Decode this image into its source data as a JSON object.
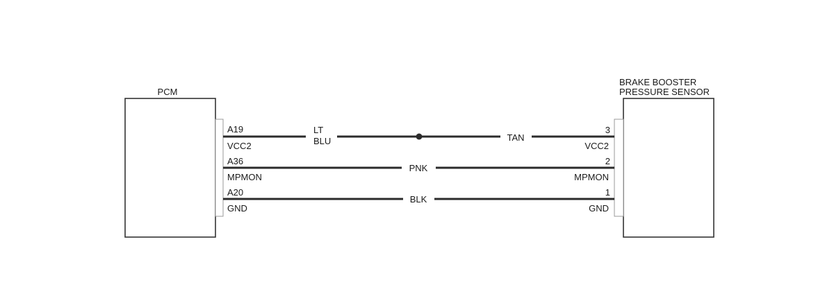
{
  "components": {
    "pcm": {
      "label": "PCM"
    },
    "sensor": {
      "label_line1": "BRAKE BOOSTER",
      "label_line2": "PRESSURE SENSOR"
    }
  },
  "circuits": [
    {
      "pcm_pin": "A19",
      "pcm_signal": "VCC2",
      "pcm_wire_color_line1": "LT",
      "pcm_wire_color_line2": "BLU",
      "sensor_wire_color": "TAN",
      "sensor_pin": "3",
      "sensor_signal": "VCC2",
      "splice": true
    },
    {
      "pcm_pin": "A36",
      "pcm_signal": "MPMON",
      "wire_color": "PNK",
      "sensor_pin": "2",
      "sensor_signal": "MPMON"
    },
    {
      "pcm_pin": "A20",
      "pcm_signal": "GND",
      "wire_color": "BLK",
      "sensor_pin": "1",
      "sensor_signal": "GND"
    }
  ],
  "colors": {
    "line": "#2b2b2b",
    "box_border": "#333333",
    "text": "#1a1a1a"
  }
}
